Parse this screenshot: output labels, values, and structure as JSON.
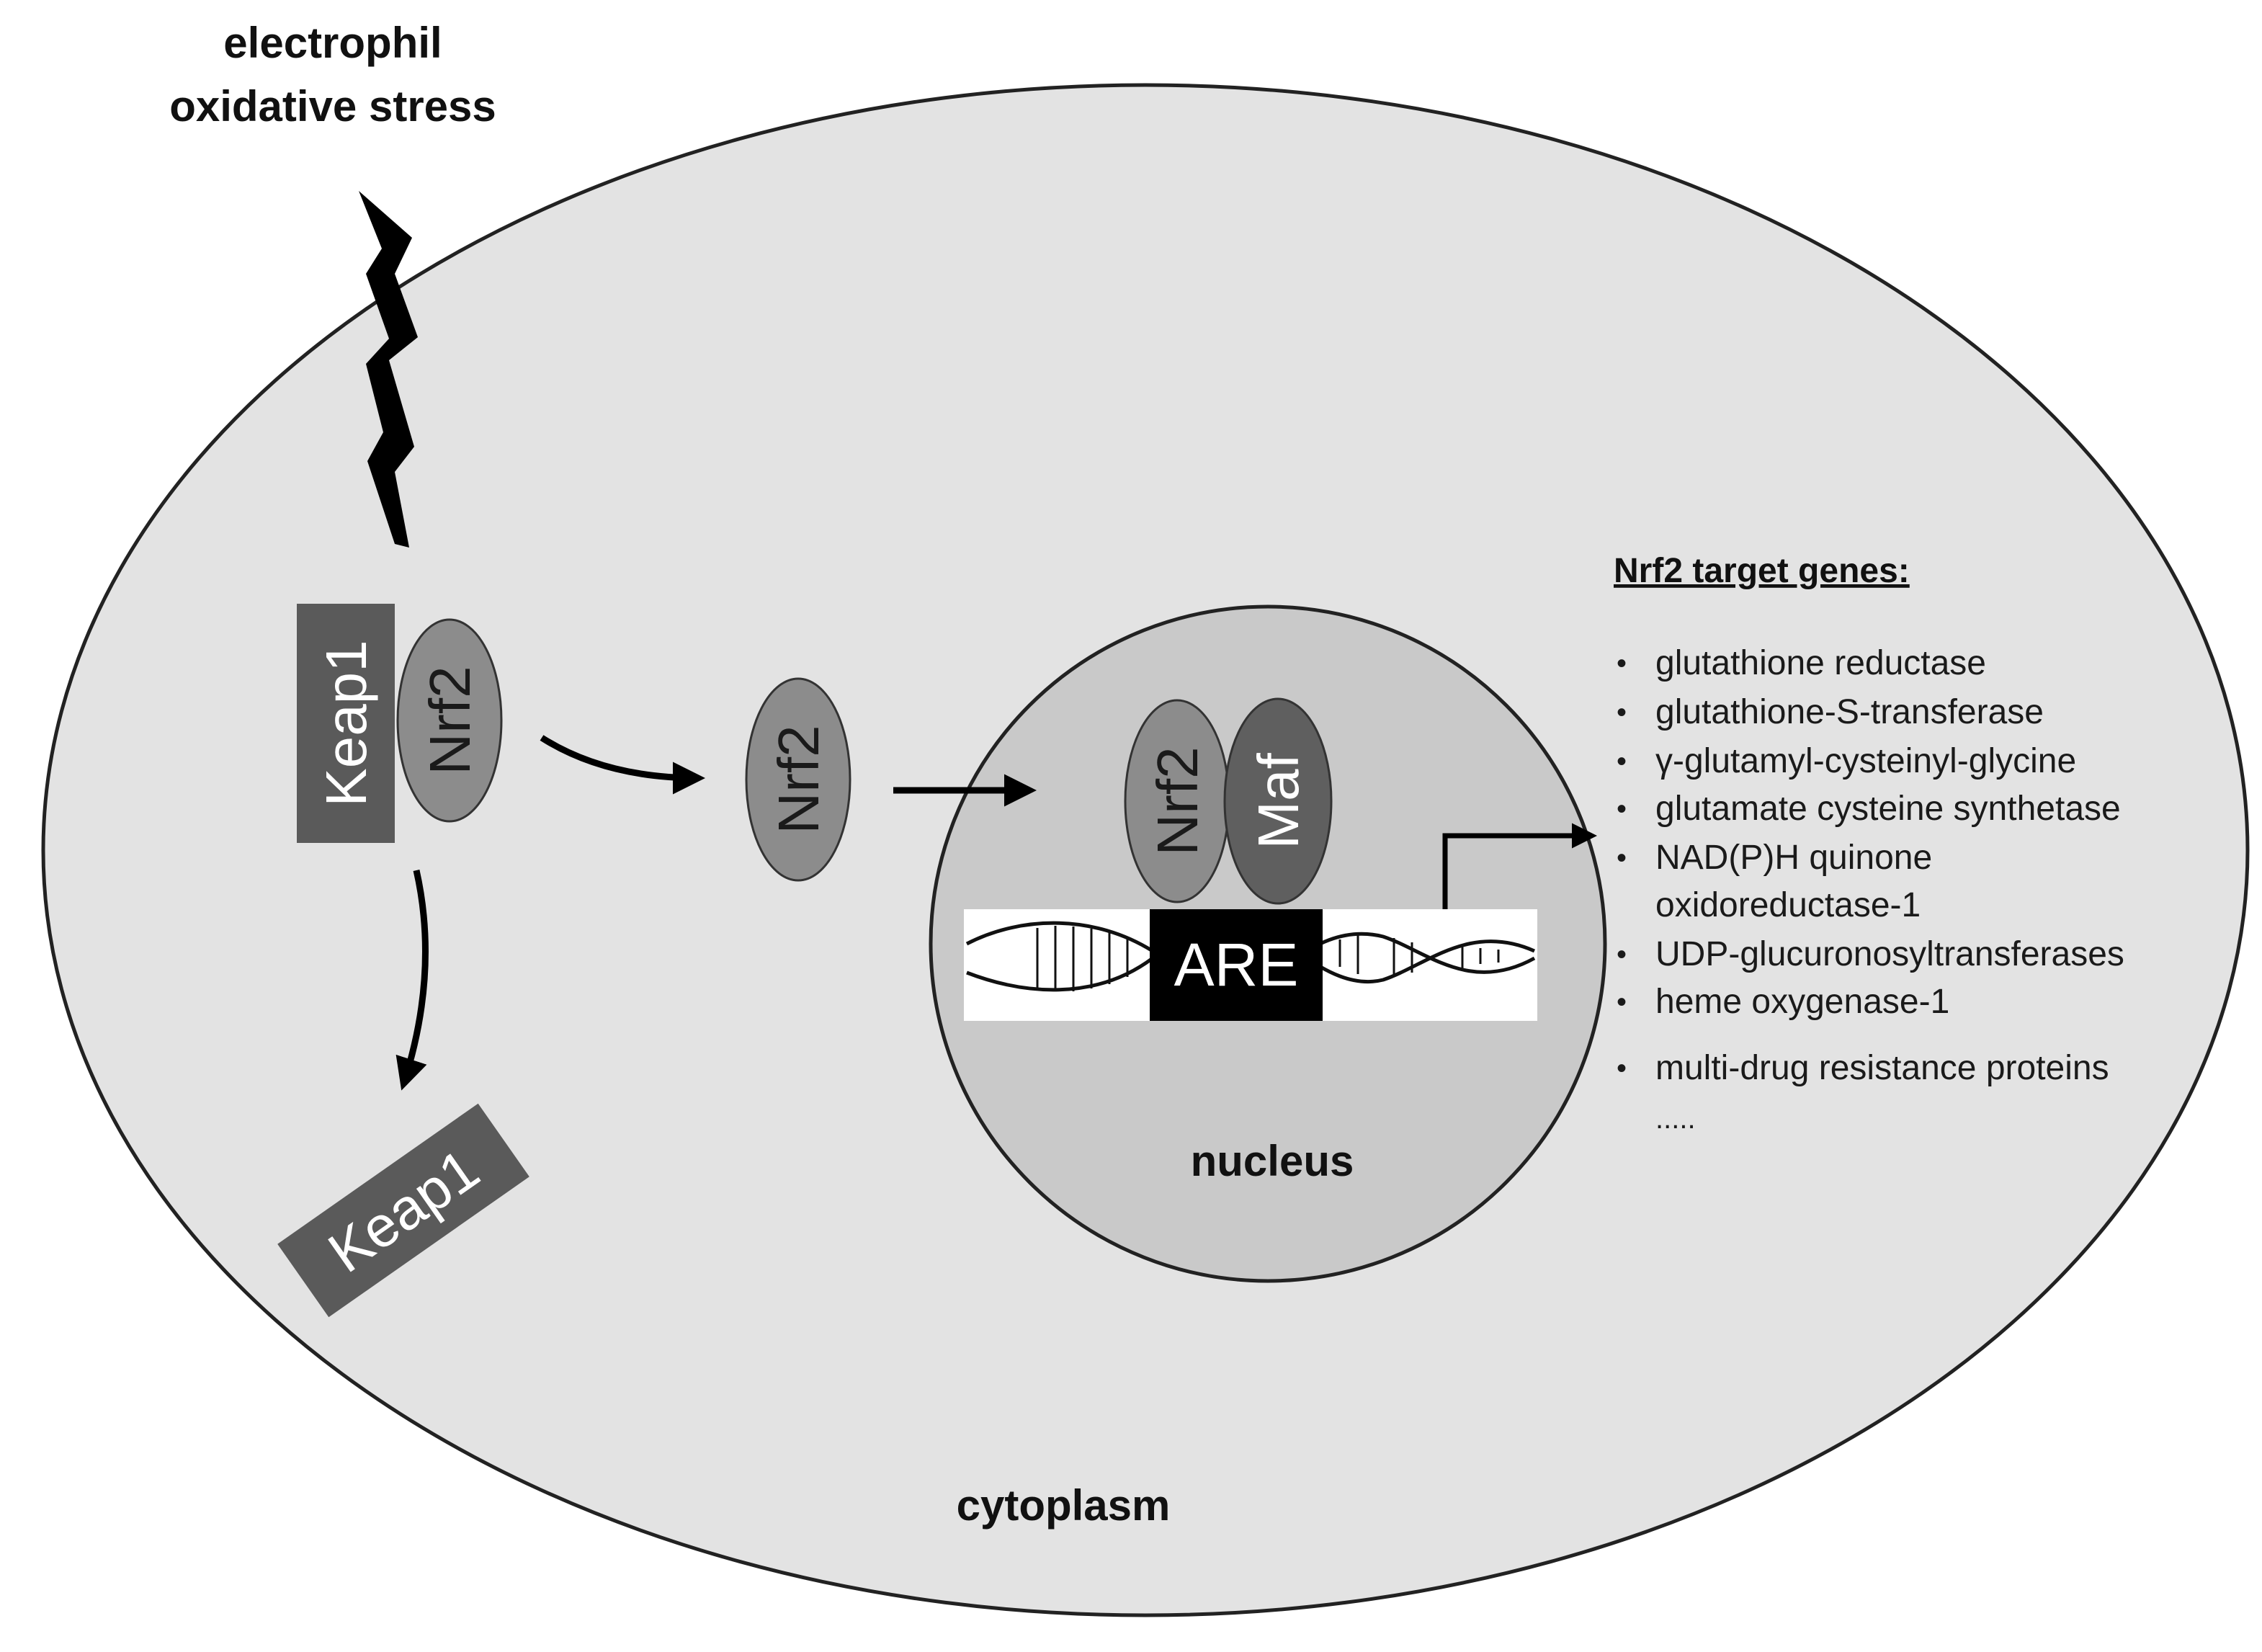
{
  "stimulus": {
    "line1": "electrophil",
    "line2": "oxidative stress"
  },
  "cytoplasm_label": "cytoplasm",
  "nucleus_label": "nucleus",
  "complex": {
    "keap1": "Keap1",
    "nrf2": "Nrf2"
  },
  "released_keap1": "Keap1",
  "free_nrf2": "Nrf2",
  "nuclear": {
    "nrf2": "Nrf2",
    "maf": "Maf",
    "are": "ARE"
  },
  "target_genes": {
    "heading": "Nrf2 target genes:",
    "items": [
      "glutathione reductase",
      "glutathione-S-transferase",
      "γ-glutamyl-cysteinyl-glycine",
      "glutamate cysteine synthetase",
      "NAD(P)H quinone",
      "oxidoreductase-1",
      "UDP-glucuronosyltransferases",
      "heme oxygenase-1",
      "multi-drug resistance proteins",
      "....."
    ],
    "bullet": "•"
  },
  "colors": {
    "cell_fill": "#e3e3e3",
    "nucleus_fill": "#c9c9c9",
    "keap1_fill": "#5a5a5a",
    "nrf2_fill": "#8c8c8c",
    "maf_fill": "#5f5f5f",
    "are_fill": "#000000",
    "bullet_blue": "#2b3a8c"
  }
}
